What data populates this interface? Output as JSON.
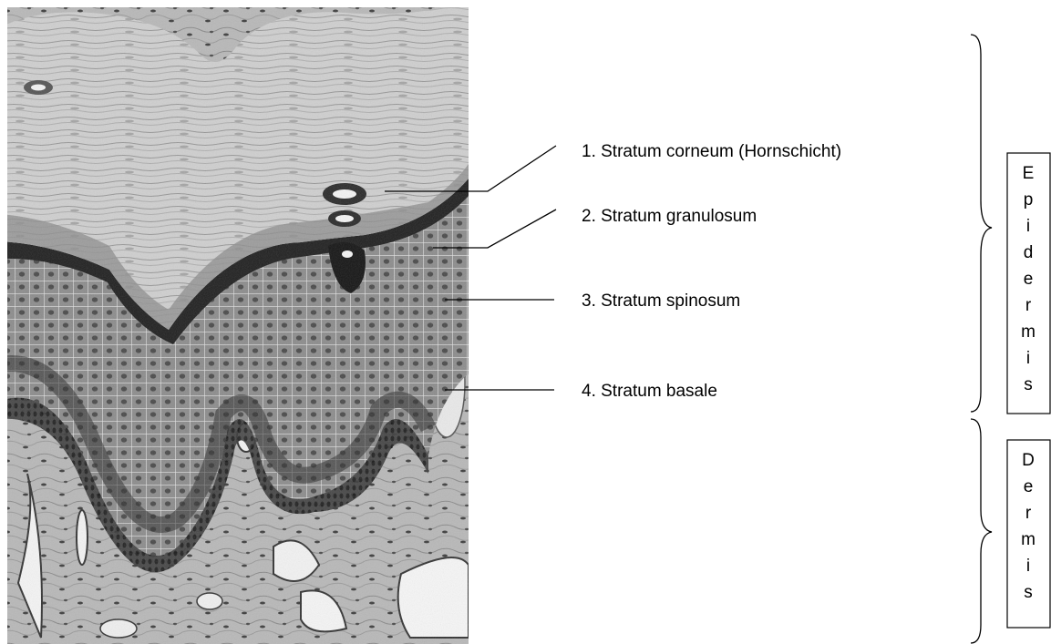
{
  "labels": [
    "1. Stratum corneum (Hornschicht)",
    "2. Stratum granulosum",
    "3. Stratum spinosum",
    "4. Stratum basale"
  ],
  "regions": {
    "epidermis": "Epidermis",
    "dermis": "Dermis"
  },
  "colors": {
    "line": "#000000",
    "background": "#ffffff"
  }
}
